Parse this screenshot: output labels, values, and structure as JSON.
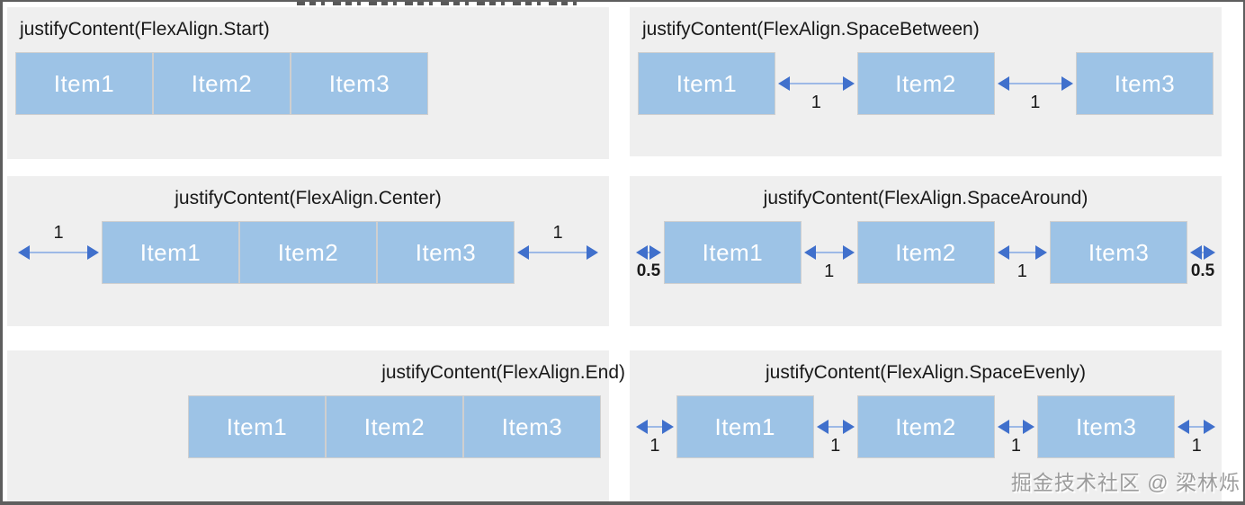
{
  "items": [
    "Item1",
    "Item2",
    "Item3"
  ],
  "panels": [
    {
      "id": "start",
      "title": "justifyContent(FlexAlign.Start)",
      "title_align": "left",
      "labels": []
    },
    {
      "id": "space-between",
      "title": "justifyContent(FlexAlign.SpaceBetween)",
      "title_align": "left",
      "labels": [
        "1",
        "1"
      ],
      "label_position": "below"
    },
    {
      "id": "center",
      "title": "justifyContent(FlexAlign.Center)",
      "title_align": "center",
      "labels": [
        "1",
        "1"
      ],
      "label_position": "above"
    },
    {
      "id": "space-around",
      "title": "justifyContent(FlexAlign.SpaceAround)",
      "title_align": "center",
      "labels": [
        "0.5",
        "1",
        "1",
        "0.5"
      ],
      "label_position": "below"
    },
    {
      "id": "end",
      "title": "justifyContent(FlexAlign.End)",
      "title_align": "right",
      "labels": []
    },
    {
      "id": "space-evenly",
      "title": "justifyContent(FlexAlign.SpaceEvenly)",
      "title_align": "center",
      "labels": [
        "1",
        "1",
        "1",
        "1"
      ],
      "label_position": "below"
    }
  ],
  "watermark": "掘金技术社区 @ 梁林烁",
  "colors": {
    "panel_bg": "#efefef",
    "item_fill": "#9dc3e6",
    "item_border": "#cfcfcf",
    "item_text": "#ffffff",
    "arrow_head": "#4070cc",
    "arrow_shaft": "#9db9e6",
    "title_text": "#181818",
    "label_text": "#1b1b1b",
    "watermark_text": "#9c9c9c",
    "frame_border": "#5e5e5e"
  }
}
